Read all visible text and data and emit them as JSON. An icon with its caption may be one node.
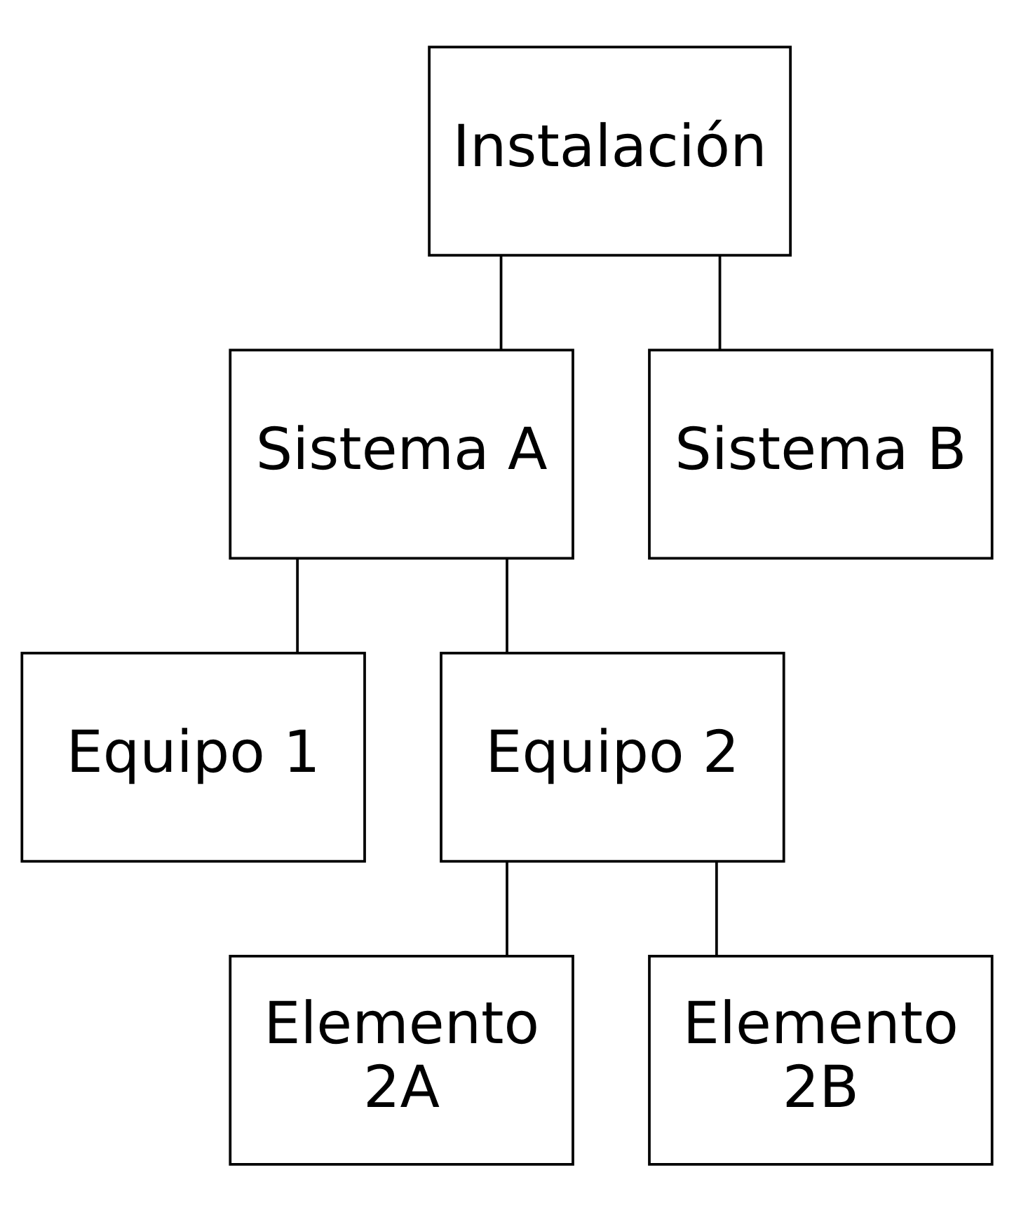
{
  "diagram": {
    "nodes": [
      {
        "text": [
          "Instalación"
        ]
      },
      {
        "text": [
          "Sistema A"
        ]
      },
      {
        "text": [
          "Sistema B"
        ]
      },
      {
        "text": [
          "Equipo 1"
        ]
      },
      {
        "text": [
          "Equipo 2"
        ]
      },
      {
        "text": [
          "Elemento 2A"
        ]
      },
      {
        "text": [
          "Elemento 2B"
        ]
      }
    ],
    "edges": [
      {
        "from": 0,
        "to": 1,
        "arrow": "none"
      },
      {
        "from": 0,
        "to": 2,
        "arrow": "none"
      },
      {
        "from": 1,
        "to": 3,
        "arrow": "none"
      },
      {
        "from": 1,
        "to": 4,
        "arrow": "none"
      },
      {
        "from": 4,
        "to": 5,
        "arrow": "none"
      },
      {
        "from": 4,
        "to": 6,
        "arrow": "none"
      }
    ]
  }
}
